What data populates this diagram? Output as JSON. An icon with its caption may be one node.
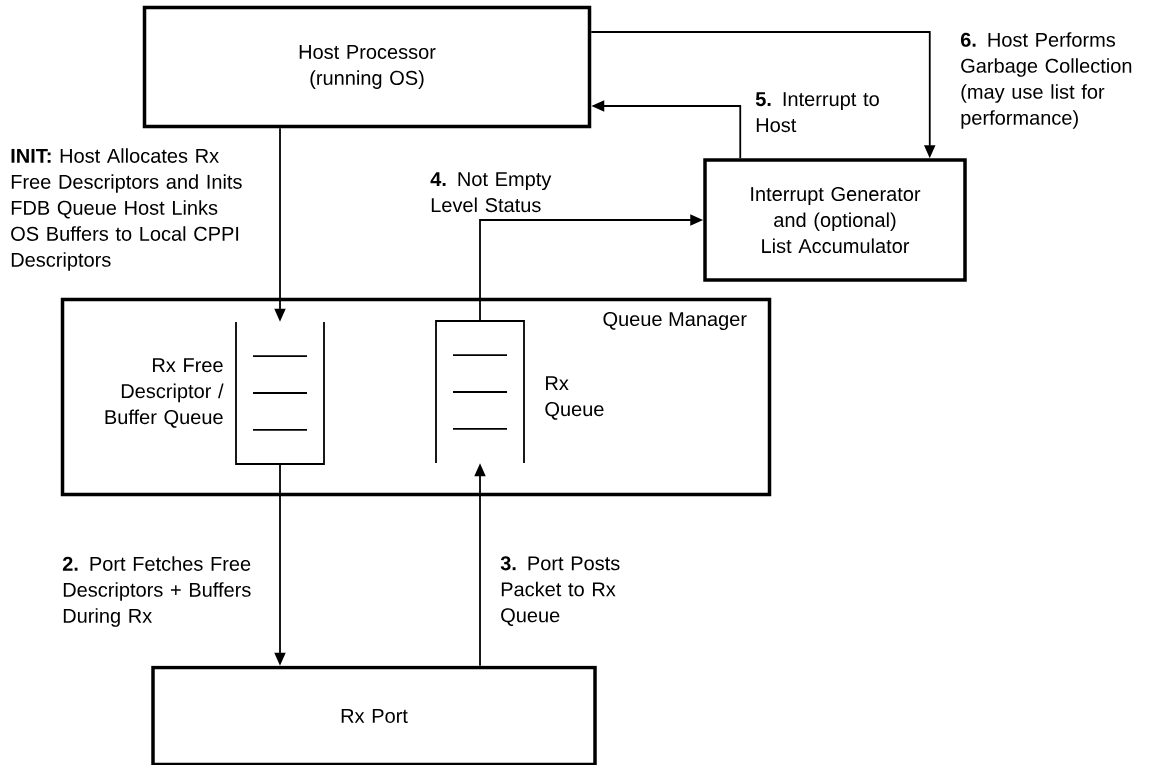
{
  "diagram": {
    "nodes": [
      {
        "text": [
          "Host Processor (running OS)"
        ]
      },
      {
        "text": [
          "Interrupt Generator and (optional) List Accumulator"
        ]
      },
      {
        "text": [
          "Queue Manager"
        ]
      },
      {
        "text": [
          "Rx Free Descriptor / Buffer Queue"
        ],
        "in": 2
      },
      {
        "text": [
          "Rx Queue"
        ],
        "in": 2
      },
      {
        "text": [
          "Rx Port"
        ]
      }
    ],
    "edges": [
      {
        "from": 0,
        "to": 3,
        "arrow": "to",
        "label": "**INIT:** Host Allocates Rx Free Descriptors and Inits FDB Queue Host Links OS Buffers to Local CPPI Descriptors"
      },
      {
        "from": 3,
        "to": 5,
        "arrow": "to",
        "label": "**2.** Port Fetches Free Descriptors + Buffers During Rx"
      },
      {
        "from": 5,
        "to": 4,
        "arrow": "to",
        "label": "**3.** Port Posts Packet to Rx Queue"
      },
      {
        "from": 4,
        "to": 1,
        "arrow": "to",
        "label": "**4.** Not Empty Level Status"
      },
      {
        "from": 1,
        "to": 0,
        "arrow": "to",
        "label": "**5.** Interrupt to Host"
      },
      {
        "from": 0,
        "to": 1,
        "arrow": "to",
        "label": "**6.** Host Performs Garbage Collection (may use list for performance)"
      }
    ]
  }
}
